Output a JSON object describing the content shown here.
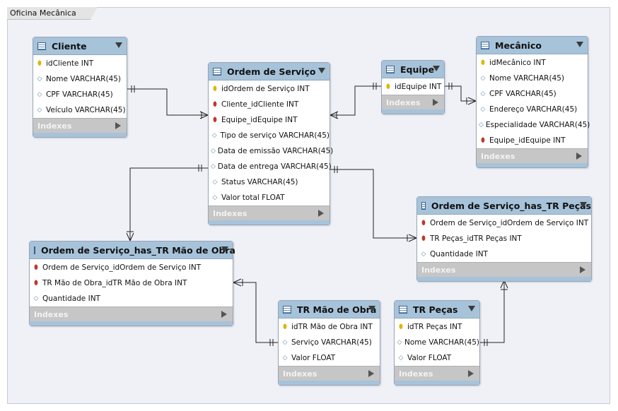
{
  "diagram_tab": "Oficina Mecânica",
  "tables": {
    "cliente": {
      "title": "Cliente",
      "columns": [
        {
          "icon": "pk",
          "text": "idCliente INT"
        },
        {
          "icon": "attr",
          "text": "Nome VARCHAR(45)"
        },
        {
          "icon": "attr",
          "text": "CPF VARCHAR(45)"
        },
        {
          "icon": "attr",
          "text": "Veículo VARCHAR(45)"
        }
      ],
      "indexes": "Indexes"
    },
    "ordem_servico": {
      "title": "Ordem de Serviço",
      "columns": [
        {
          "icon": "pk",
          "text": "idOrdem de Serviço INT"
        },
        {
          "icon": "fk",
          "text": "Cliente_idCliente INT"
        },
        {
          "icon": "fk",
          "text": "Equipe_idEquipe INT"
        },
        {
          "icon": "attr",
          "text": "Tipo de serviço VARCHAR(45)"
        },
        {
          "icon": "attr",
          "text": "Data de emissão VARCHAR(45)"
        },
        {
          "icon": "attr",
          "text": "Data de entrega VARCHAR(45)"
        },
        {
          "icon": "attr",
          "text": "Status VARCHAR(45)"
        },
        {
          "icon": "attr",
          "text": "Valor total FLOAT"
        }
      ],
      "indexes": "Indexes"
    },
    "equipe": {
      "title": "Equipe",
      "columns": [
        {
          "icon": "pk",
          "text": "idEquipe INT"
        }
      ],
      "indexes": "Indexes"
    },
    "mecanico": {
      "title": "Mecânico",
      "columns": [
        {
          "icon": "pk",
          "text": "idMecânico INT"
        },
        {
          "icon": "attr",
          "text": "Nome VARCHAR(45)"
        },
        {
          "icon": "attr",
          "text": "CPF VARCHAR(45)"
        },
        {
          "icon": "attr",
          "text": "Endereço VARCHAR(45)"
        },
        {
          "icon": "attr",
          "text": "Especialidade VARCHAR(45)"
        },
        {
          "icon": "fk",
          "text": "Equipe_idEquipe INT"
        }
      ],
      "indexes": "Indexes"
    },
    "os_has_pecas": {
      "title": "Ordem de Serviço_has_TR Peças",
      "columns": [
        {
          "icon": "fk",
          "text": "Ordem de Serviço_idOrdem de Serviço INT"
        },
        {
          "icon": "fk",
          "text": "TR Peças_idTR Peças INT"
        },
        {
          "icon": "attr",
          "text": "Quantidade INT"
        }
      ],
      "indexes": "Indexes"
    },
    "os_has_mao_obra": {
      "title": "Ordem de Serviço_has_TR Mão de Obra",
      "columns": [
        {
          "icon": "fk",
          "text": "Ordem de Serviço_idOrdem de Serviço INT"
        },
        {
          "icon": "fk",
          "text": "TR Mão de Obra_idTR Mão de Obra INT"
        },
        {
          "icon": "attr",
          "text": "Quantidade INT"
        }
      ],
      "indexes": "Indexes"
    },
    "tr_mao_obra": {
      "title": "TR Mão de Obra",
      "columns": [
        {
          "icon": "pk",
          "text": "idTR Mão de Obra INT"
        },
        {
          "icon": "attr",
          "text": "Serviço VARCHAR(45)"
        },
        {
          "icon": "attr",
          "text": "Valor FLOAT"
        }
      ],
      "indexes": "Indexes"
    },
    "tr_pecas": {
      "title": "TR Peças",
      "columns": [
        {
          "icon": "pk",
          "text": "idTR Peças INT"
        },
        {
          "icon": "attr",
          "text": "Nome VARCHAR(45)"
        },
        {
          "icon": "attr",
          "text": "Valor FLOAT"
        }
      ],
      "indexes": "Indexes"
    }
  },
  "icon_names": {
    "table": "table-icon",
    "pk": "primary-key-icon",
    "fk": "foreign-key-icon",
    "attr": "attribute-diamond-icon",
    "collapse": "collapse-arrow-icon",
    "expand": "expand-arrow-icon"
  },
  "colors": {
    "header": "#a6c3da",
    "indexes_bar": "#c6c6c6",
    "canvas": "#eff1f7",
    "pk": "#e0b400",
    "fk": "#c0392b",
    "attr": "#5a8aa6",
    "line": "#222222"
  }
}
